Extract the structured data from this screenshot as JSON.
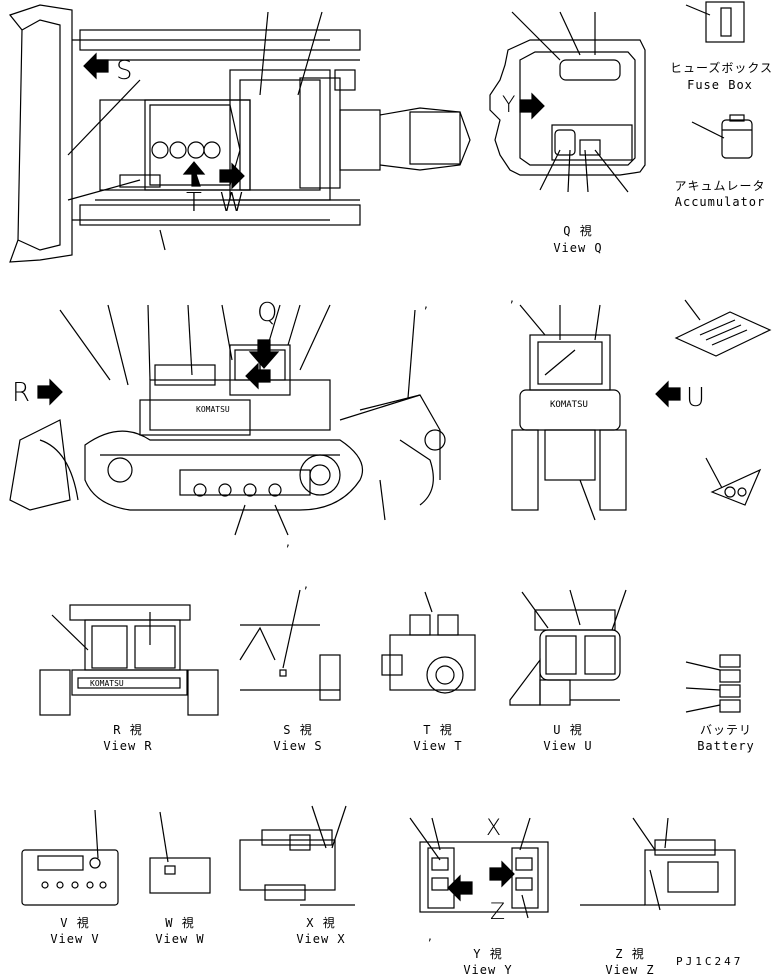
{
  "views": {
    "q": {
      "jp": "Q 視",
      "en": "View Q"
    },
    "r": {
      "jp": "R 視",
      "en": "View R"
    },
    "s": {
      "jp": "S 視",
      "en": "View S"
    },
    "t": {
      "jp": "T 視",
      "en": "View T"
    },
    "u": {
      "jp": "U 視",
      "en": "View U"
    },
    "v": {
      "jp": "V 視",
      "en": "View V"
    },
    "w": {
      "jp": "W 視",
      "en": "View W"
    },
    "x": {
      "jp": "X 視",
      "en": "View X"
    },
    "y": {
      "jp": "Y 視",
      "en": "View Y"
    },
    "z": {
      "jp": "Z 視",
      "en": "View Z"
    }
  },
  "parts": {
    "fuse_box": {
      "jp": "ヒューズボックス",
      "en": "Fuse Box"
    },
    "accumulator": {
      "jp": "アキュムレータ",
      "en": "Accumulator"
    },
    "battery": {
      "jp": "バッテリ",
      "en": "Battery"
    }
  },
  "view_letters": {
    "s": "S",
    "t": "T",
    "w": "W",
    "q": "Q",
    "r": "R",
    "u": "U",
    "y": "Y",
    "x": "X",
    "z": "Z"
  },
  "brand": "KOMATSU",
  "drawing_code": "PJ1C247",
  "tick_mark": ","
}
